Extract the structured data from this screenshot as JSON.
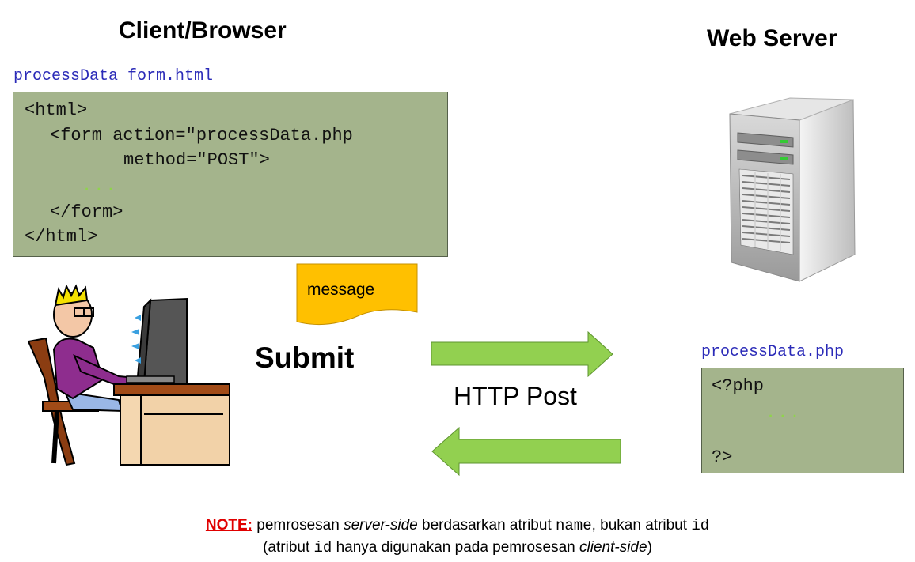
{
  "client": {
    "heading": "Client/Browser",
    "filename": "processData_form.html",
    "code": {
      "line1": "<html>",
      "line2": "<form action=\"processData.php",
      "line3": "method=\"POST\">",
      "dots": "...",
      "line5": "</form>",
      "line6": "</html>"
    }
  },
  "server": {
    "heading": "Web Server",
    "filename": "processData.php",
    "code": {
      "line1": "<?php",
      "dots": "...",
      "line3": "?>"
    }
  },
  "message_label": "message",
  "submit_label": "Submit",
  "http_label": "HTTP Post",
  "note": {
    "label": "NOTE:",
    "line1_a": "pemrosesan ",
    "line1_b": "server-side",
    "line1_c": " berdasarkan atribut ",
    "line1_d": "name",
    "line1_e": ", bukan atribut ",
    "line1_f": "id",
    "line2_a": "(atribut ",
    "line2_b": "id",
    "line2_c": " hanya digunakan pada pemrosesan ",
    "line2_d": "client-side",
    "line2_e": ")"
  },
  "colors": {
    "code_bg": "#a4b48c",
    "arrow": "#92d050",
    "message": "#ffc000",
    "filename": "#2b2bb8",
    "note_label": "#e00000"
  },
  "icons": [
    "user-at-computer-icon",
    "server-tower-icon",
    "message-document-icon",
    "right-arrow-icon",
    "left-arrow-icon"
  ]
}
